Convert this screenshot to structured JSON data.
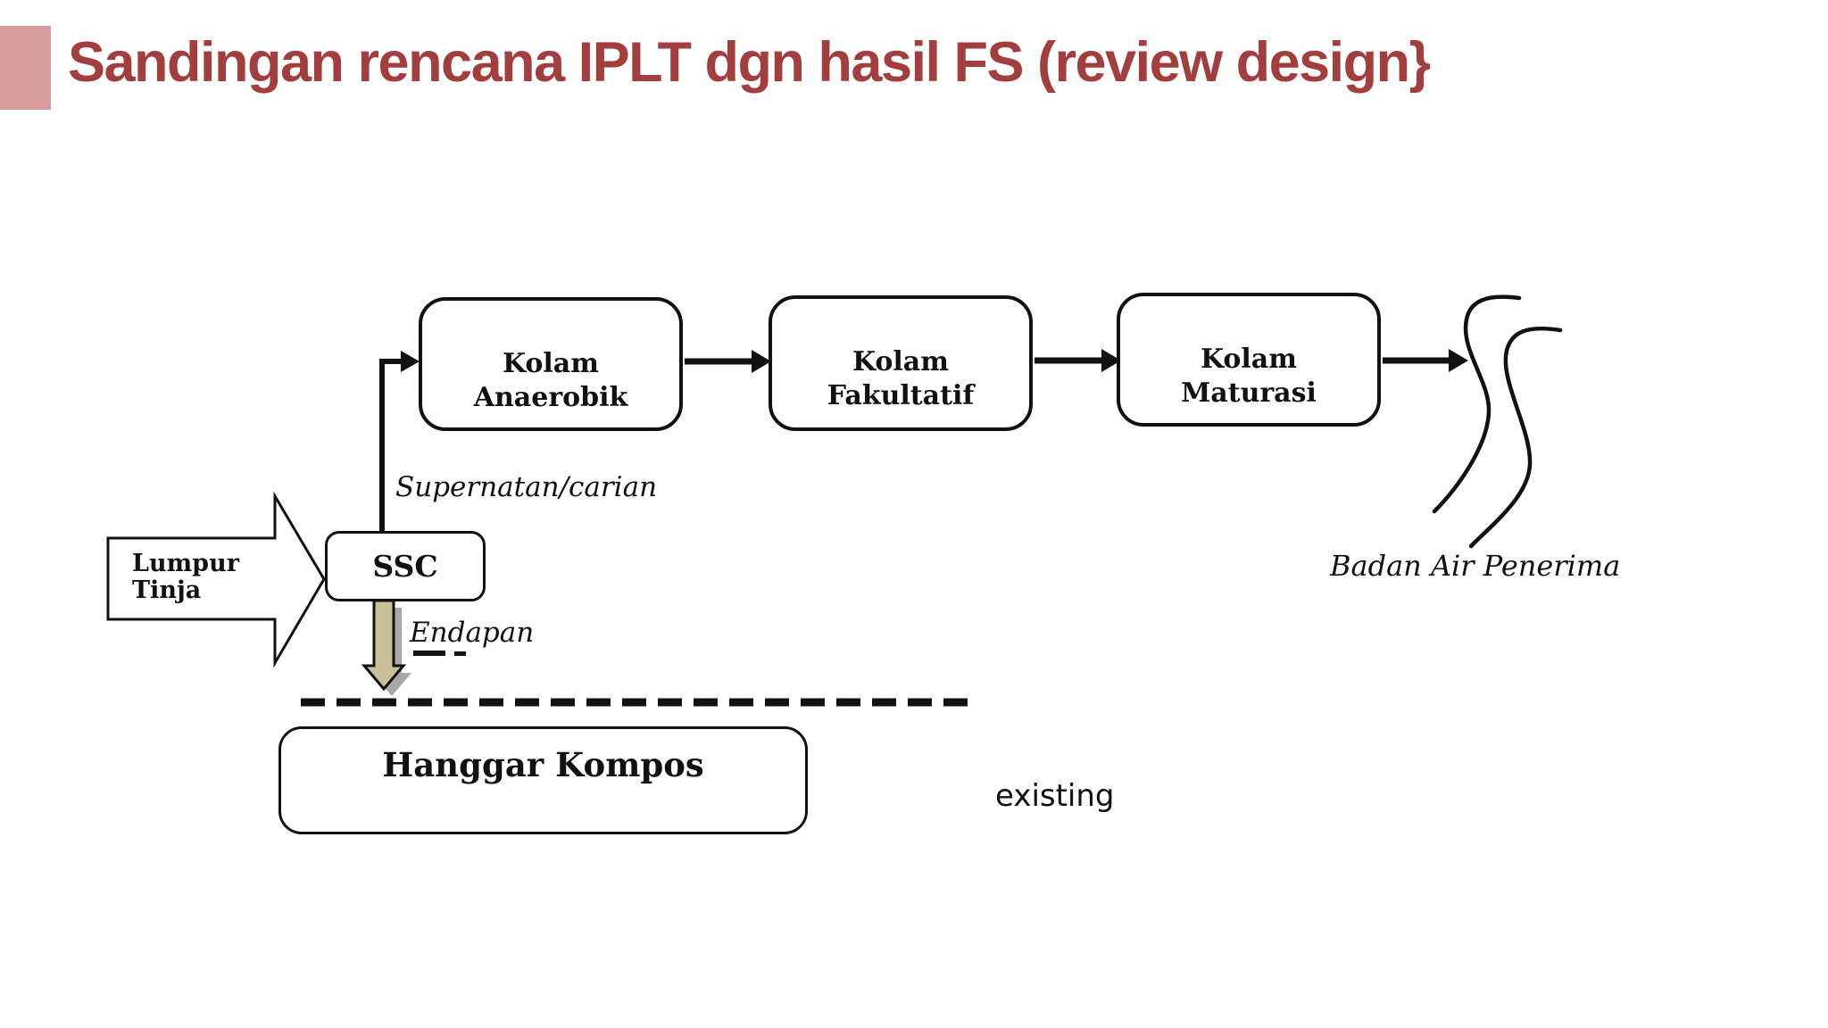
{
  "slide": {
    "title": "Sandingan rencana IPLT dgn hasil FS (review design}"
  },
  "colors": {
    "accent_pink": "#d79c9c",
    "title_maroon": "#a23e3e",
    "ink": "#111111",
    "sediment_arrow_tan": "#c9c099",
    "sediment_arrow_shadow": "#9e9e9e"
  },
  "diagram": {
    "boxes": {
      "anaerobik": "Kolam\nAnaerobik",
      "fakultatif": "Kolam\nFakultatif",
      "maturasi": "Kolam\nMaturasi",
      "ssc": "SSC",
      "hanggar": "Hanggar Kompos"
    },
    "labels": {
      "input": "Lumpur\nTinja",
      "supernatant": "Supernatan/carian",
      "sediment": "Endapan",
      "receiving_water": "Badan Air Penerima",
      "existing": "existing"
    },
    "icons": {
      "river": "river-curves-icon",
      "flow_arrows": "flow-arrow-icon",
      "input_arrow": "block-arrow-right-icon",
      "sediment_arrow": "thick-arrow-down-icon",
      "boundary": "dashed-boundary-line"
    }
  }
}
